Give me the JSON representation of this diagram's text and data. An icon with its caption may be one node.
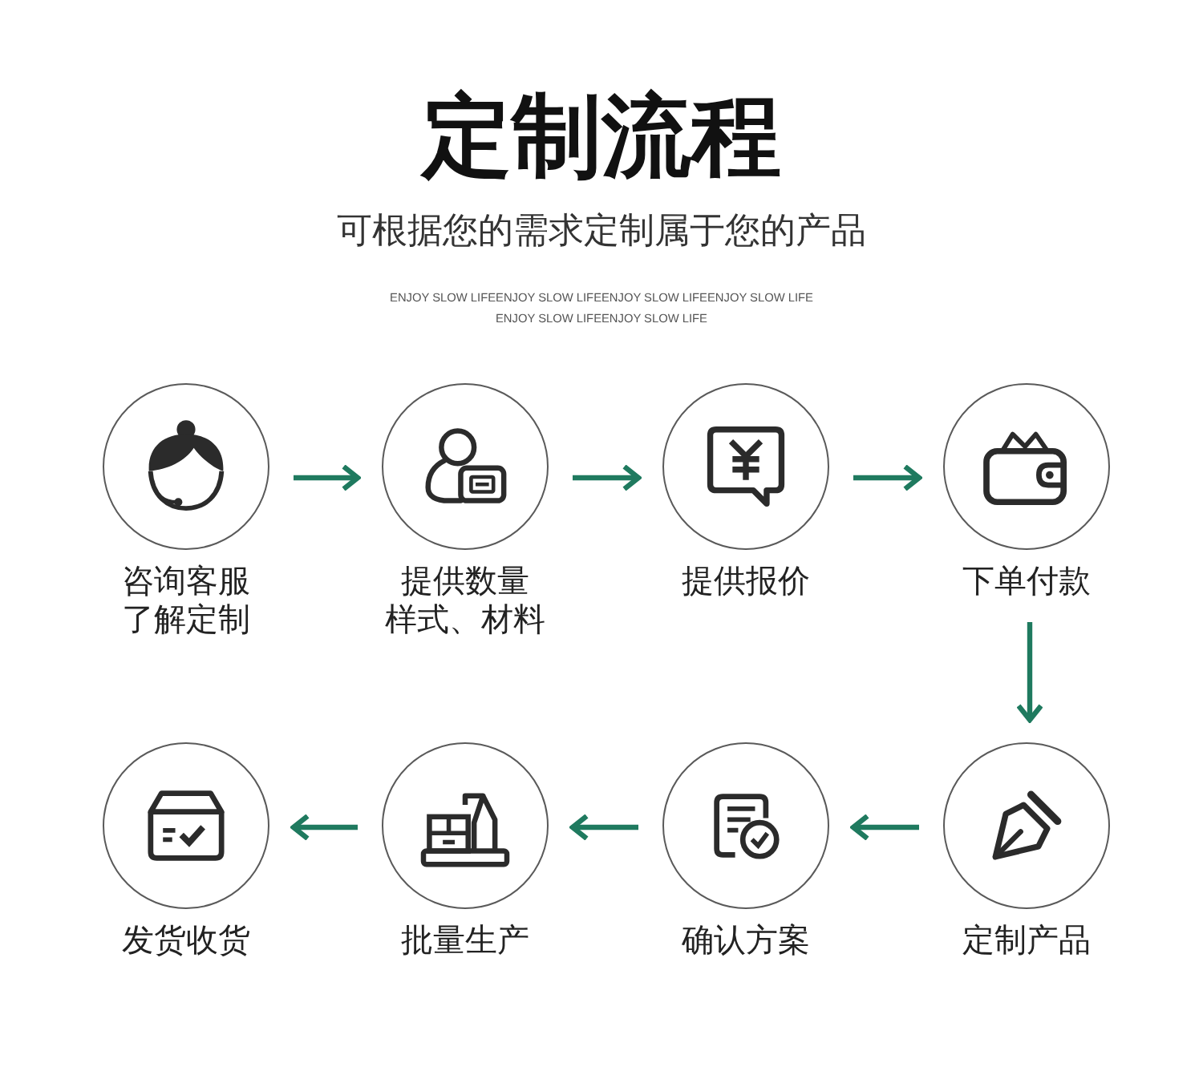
{
  "diagram": {
    "title": "定制流程",
    "nodes": [
      {
        "text": [
          "咨询客服了解定制"
        ]
      },
      {
        "text": [
          "提供数量样式、材料"
        ]
      },
      {
        "text": [
          "提供报价"
        ]
      },
      {
        "text": [
          "下单付款"
        ]
      },
      {
        "text": [
          "发货收货"
        ]
      },
      {
        "text": [
          "批量生产"
        ]
      },
      {
        "text": [
          "确认方案"
        ]
      },
      {
        "text": [
          "定制产品"
        ]
      }
    ],
    "edges": [
      {
        "from": 0,
        "to": 1,
        "arrow": "to"
      },
      {
        "from": 1,
        "to": 2,
        "arrow": "to"
      },
      {
        "from": 2,
        "to": 3,
        "arrow": "to"
      },
      {
        "from": 3,
        "to": 7,
        "arrow": "to"
      },
      {
        "from": 7,
        "to": 6,
        "arrow": "to"
      },
      {
        "from": 6,
        "to": 5,
        "arrow": "to"
      },
      {
        "from": 5,
        "to": 4,
        "arrow": "to"
      }
    ],
    "labels": [
      "可根据您的需求定制属于您的产品",
      "ENJOY SLOW LIFEENJOY SLOW LIFEENJOY SLOW LIFEENJOY SLOW LIFE",
      "ENJOY SLOW LIFEENJOY SLOW LIFE"
    ]
  }
}
